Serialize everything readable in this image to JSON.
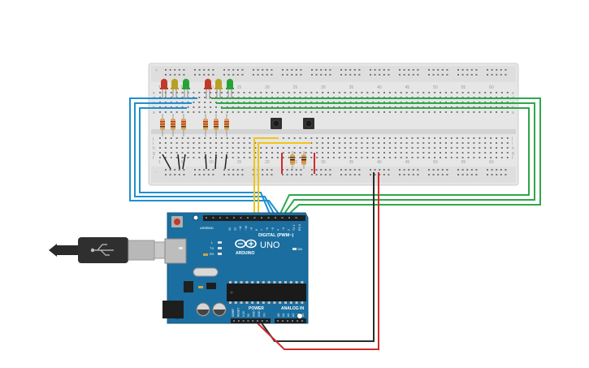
{
  "breadboard": {
    "column_numbers": [
      "1",
      "5",
      "10",
      "15",
      "20",
      "25",
      "30",
      "35",
      "40",
      "45",
      "50",
      "55",
      "60"
    ],
    "row_letters_top": [
      "a",
      "b",
      "c",
      "d",
      "e"
    ],
    "row_letters_bottom": [
      "f",
      "g",
      "h",
      "i",
      "j"
    ],
    "leds": [
      {
        "color_name": "red",
        "color": "#c0392b"
      },
      {
        "color_name": "yellow",
        "color": "#b8a020"
      },
      {
        "color_name": "green",
        "color": "#27a335"
      },
      {
        "color_name": "red",
        "color": "#c0392b"
      },
      {
        "color_name": "yellow",
        "color": "#b8a020"
      },
      {
        "color_name": "green",
        "color": "#27a335"
      }
    ]
  },
  "arduino": {
    "brand": "ARDUINO",
    "model": "UNO",
    "digital_label": "DIGITAL (PWM~)",
    "power_label": "POWER",
    "analog_label": "ANALOG IN",
    "on_label": "ON",
    "tx_label": "TX",
    "rx_label": "RX",
    "l_label": "L",
    "aref_label": "AREF",
    "gnd_label": "GND",
    "digital_pins": [
      "13",
      "12",
      "~11",
      "~10",
      "~9",
      "8",
      "7",
      "~6",
      "~5",
      "4",
      "~3",
      "2",
      "TX 1",
      "RX 0"
    ],
    "power_pins": [
      "IOREF",
      "RESET",
      "3.3V",
      "5V",
      "GND",
      "GND",
      "Vin"
    ],
    "analog_pins": [
      "A0",
      "A1",
      "A2",
      "A3",
      "A4",
      "A5"
    ]
  },
  "wire_colors": {
    "blue": "#1f8fd0",
    "green": "#2ea84a",
    "yellow": "#f0c419",
    "black": "#2b2b2b",
    "red": "#d42a2a"
  }
}
